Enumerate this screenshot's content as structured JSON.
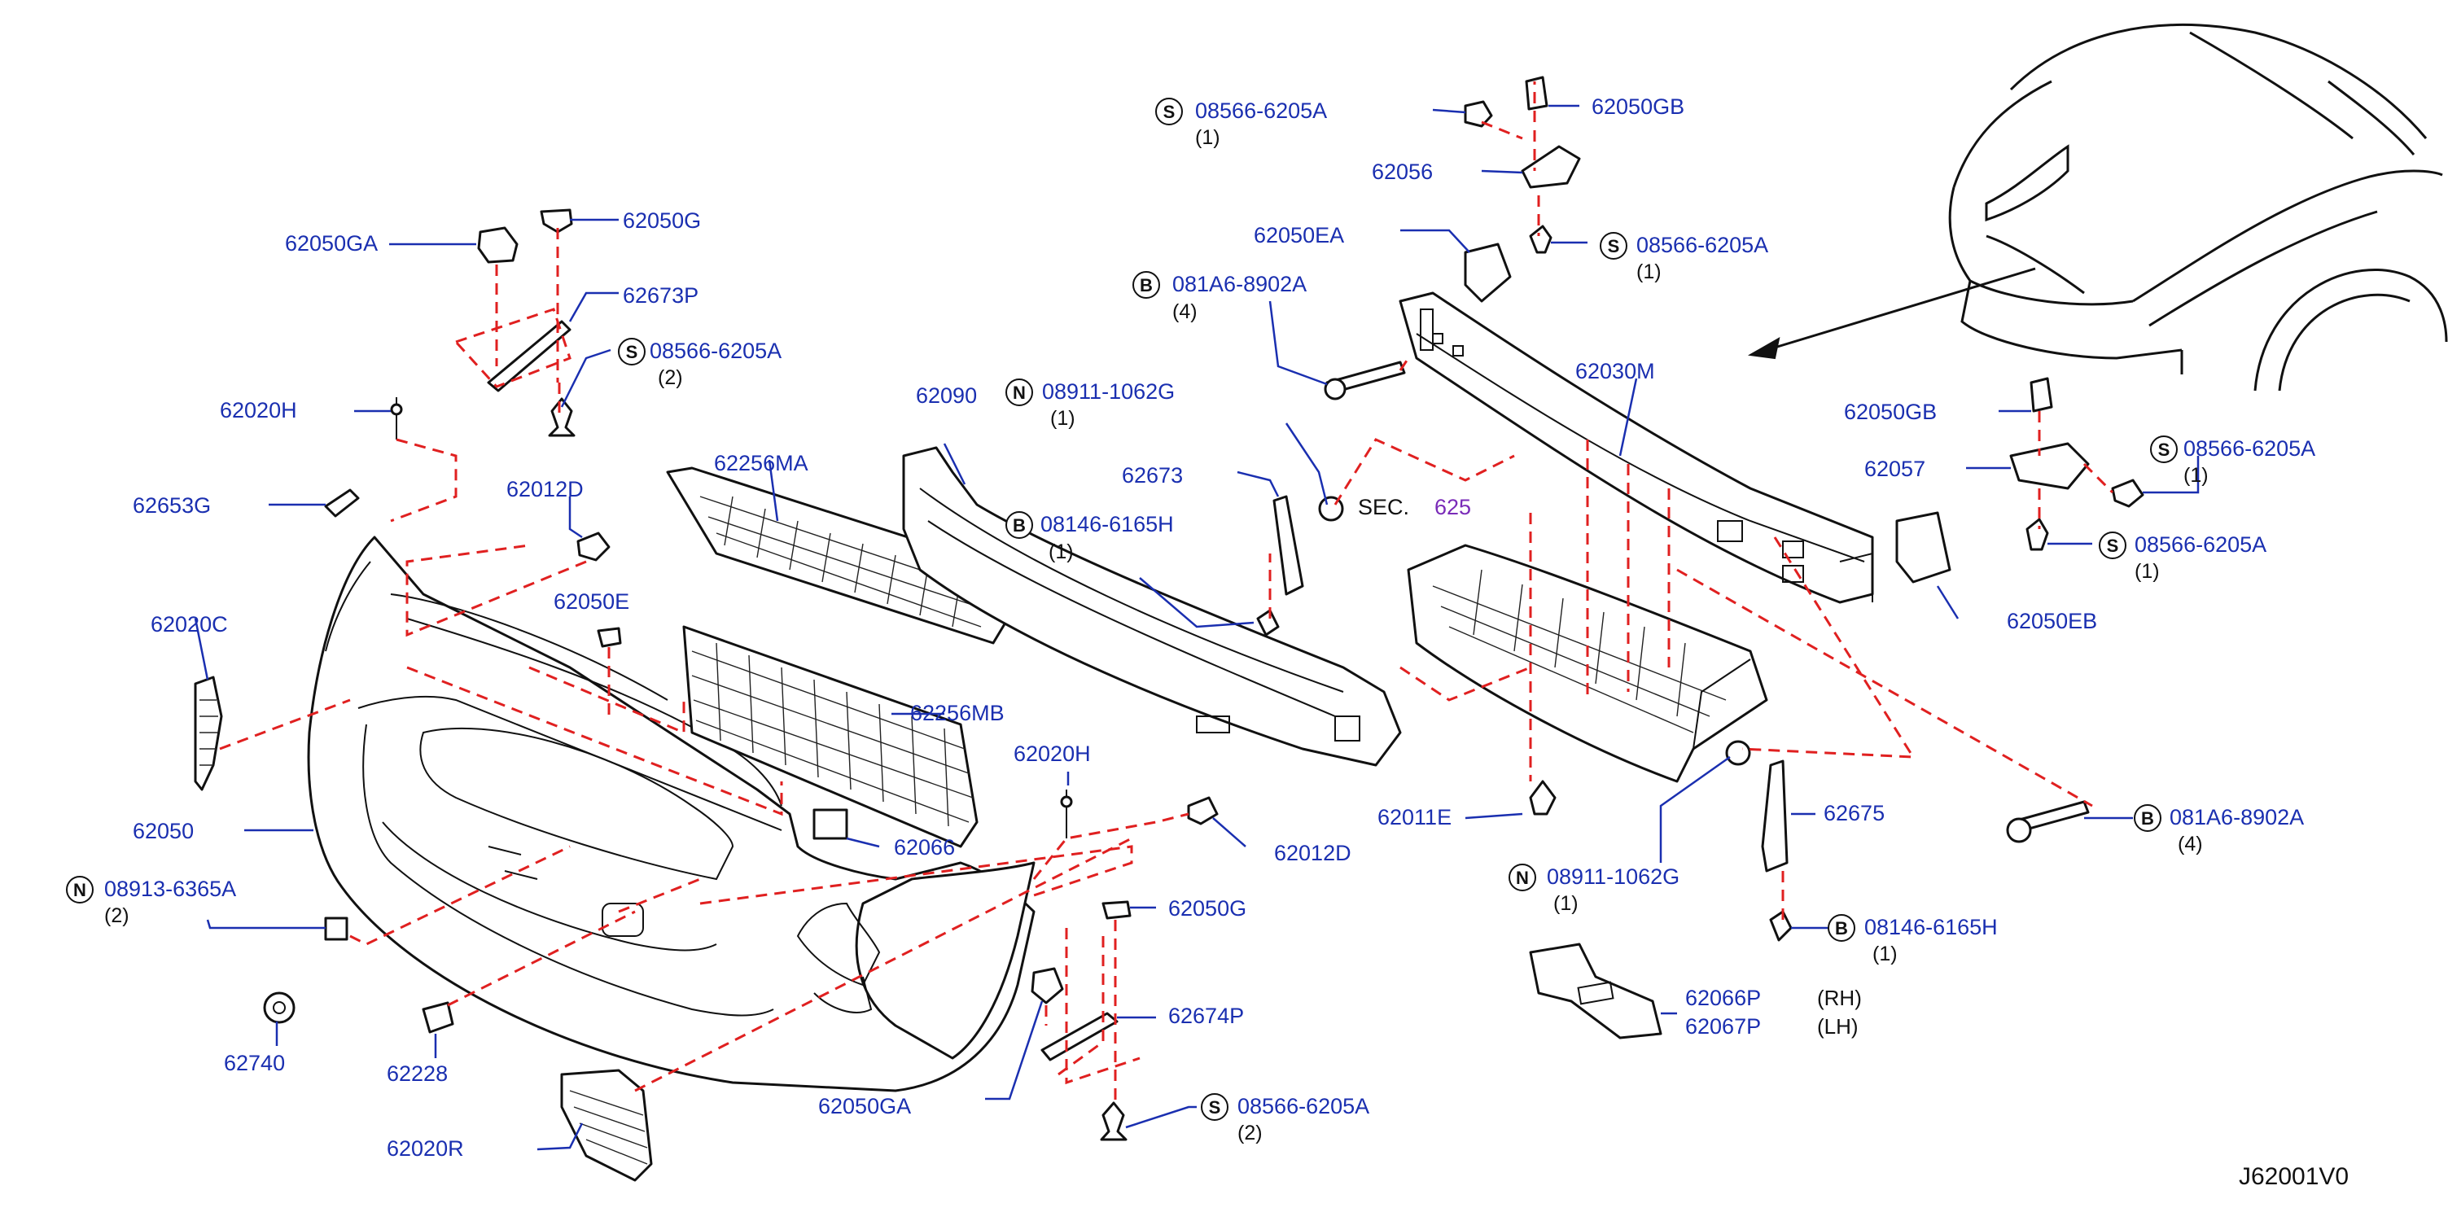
{
  "diagram_code": "J62001V0",
  "section_ref": {
    "sec_label": "SEC.",
    "sec_number": "625"
  },
  "callouts": {
    "c_62050GA_top": {
      "part": "62050GA"
    },
    "c_62050G_top": {
      "part": "62050G"
    },
    "c_62673P": {
      "part": "62673P"
    },
    "c_08566_left": {
      "badge": "S",
      "part": "08566-6205A",
      "qty": "(2)"
    },
    "c_62020H_left": {
      "part": "62020H"
    },
    "c_62653G": {
      "part": "62653G"
    },
    "c_62012D_top": {
      "part": "62012D"
    },
    "c_62050E": {
      "part": "62050E"
    },
    "c_62020C": {
      "part": "62020C"
    },
    "c_62256MA": {
      "part": "62256MA"
    },
    "c_62256MB": {
      "part": "62256MB"
    },
    "c_62090": {
      "part": "62090"
    },
    "c_08911_top": {
      "badge": "N",
      "part": "08911-1062G",
      "qty": "(1)"
    },
    "c_62673": {
      "part": "62673"
    },
    "c_08146_top": {
      "badge": "B",
      "part": "08146-6165H",
      "qty": "(1)"
    },
    "c_08566_top": {
      "badge": "S",
      "part": "08566-6205A",
      "qty": "(1)"
    },
    "c_62050GB_top": {
      "part": "62050GB"
    },
    "c_62056": {
      "part": "62056"
    },
    "c_62050EA": {
      "part": "62050EA"
    },
    "c_08566_mid": {
      "badge": "S",
      "part": "08566-6205A",
      "qty": "(1)"
    },
    "c_081A6_top": {
      "badge": "B",
      "part": "081A6-8902A",
      "qty": "(4)"
    },
    "c_62030M": {
      "part": "62030M"
    },
    "c_62050GB_right": {
      "part": "62050GB"
    },
    "c_62057": {
      "part": "62057"
    },
    "c_08566_r1": {
      "badge": "S",
      "part": "08566-6205A",
      "qty": "(1)"
    },
    "c_08566_r2": {
      "badge": "S",
      "part": "08566-6205A",
      "qty": "(1)"
    },
    "c_62050EB": {
      "part": "62050EB"
    },
    "c_62050": {
      "part": "62050"
    },
    "c_08913": {
      "badge": "N",
      "part": "08913-6365A",
      "qty": "(2)"
    },
    "c_62740": {
      "part": "62740"
    },
    "c_62228": {
      "part": "62228"
    },
    "c_62020R": {
      "part": "62020R"
    },
    "c_62066": {
      "part": "62066"
    },
    "c_62020H_mid": {
      "part": "62020H"
    },
    "c_62012D_mid": {
      "part": "62012D"
    },
    "c_62050G_mid": {
      "part": "62050G"
    },
    "c_62674P": {
      "part": "62674P"
    },
    "c_62050GA_bottom": {
      "part": "62050GA"
    },
    "c_08566_bottom": {
      "badge": "S",
      "part": "08566-6205A",
      "qty": "(2)"
    },
    "c_62011E": {
      "part": "62011E"
    },
    "c_08911_bottom": {
      "badge": "N",
      "part": "08911-1062G",
      "qty": "(1)"
    },
    "c_62675": {
      "part": "62675"
    },
    "c_08146_bottom": {
      "badge": "B",
      "part": "08146-6165H",
      "qty": "(1)"
    },
    "c_081A6_bottom": {
      "badge": "B",
      "part": "081A6-8902A",
      "qty": "(4)"
    },
    "c_62066P": {
      "part": "62066P",
      "side": "(RH)"
    },
    "c_62067P": {
      "part": "62067P",
      "side": "(LH)"
    }
  },
  "colors": {
    "label": "#1a2fb0",
    "dashed_line": "#e02020",
    "section_ref": "#7a2bb8",
    "line_art": "#111111"
  }
}
